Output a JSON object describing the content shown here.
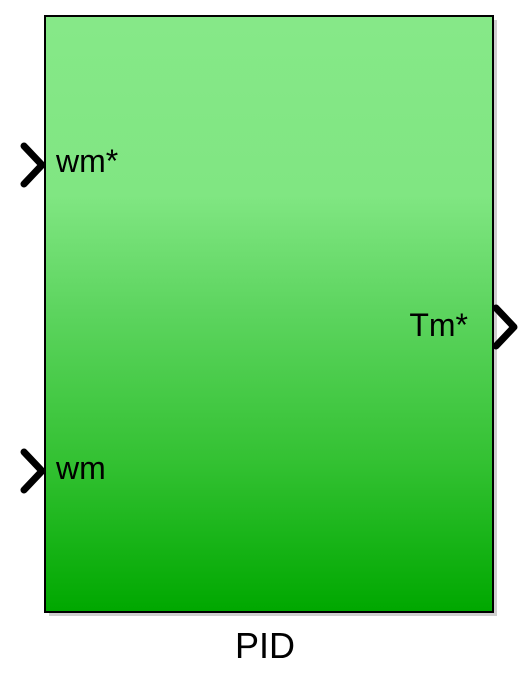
{
  "block": {
    "name": "PID",
    "inputs": [
      {
        "label": "wm*"
      },
      {
        "label": "wm"
      }
    ],
    "outputs": [
      {
        "label": "Tm*"
      }
    ],
    "colors": {
      "gradient_top": "#86e888",
      "gradient_bottom": "#00a800",
      "border": "#000000"
    }
  },
  "icons": {
    "input_port": "chevron-right-icon",
    "output_port": "chevron-right-icon"
  }
}
